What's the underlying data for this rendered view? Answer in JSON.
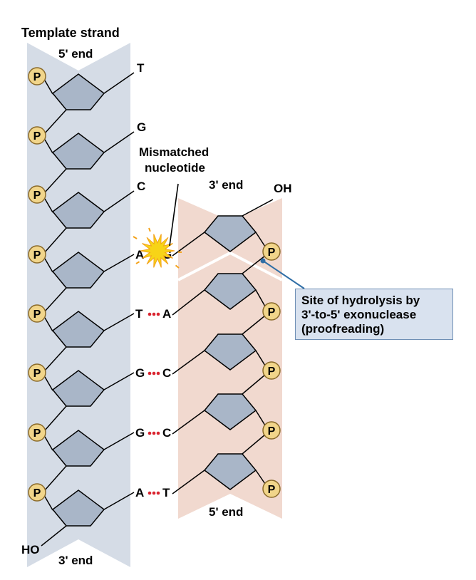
{
  "labels": {
    "template_strand": "Template strand",
    "template_5_end": "5' end",
    "template_3_end": "3' end",
    "template_ho": "HO",
    "mismatched_line1": "Mismatched",
    "mismatched_line2": "nucleotide",
    "new_3_end": "3' end",
    "new_oh": "OH",
    "new_5_end": "5' end",
    "phosphate": "P"
  },
  "callout": {
    "line1": "Site of hydrolysis by",
    "line2": "3'-to-5' exonuclease",
    "line3": "(proofreading)"
  },
  "template_bases": [
    "T",
    "G",
    "C",
    "A",
    "T",
    "G",
    "G",
    "A"
  ],
  "pairs": [
    {
      "template": "A",
      "new": "G",
      "mismatch": true
    },
    {
      "template": "T",
      "new": "A",
      "mismatch": false
    },
    {
      "template": "G",
      "new": "C",
      "mismatch": false
    },
    {
      "template": "G",
      "new": "C",
      "mismatch": false
    },
    {
      "template": "A",
      "new": "T",
      "mismatch": false
    }
  ],
  "colors": {
    "template_band": "#d5dce6",
    "new_band": "#f1d9cf",
    "sugar_fill": "#a9b6c8",
    "phosphate_fill": "#f1d58a",
    "mismatch_red": "#d9232e",
    "hbond_red": "#d9232e",
    "leader_blue": "#2f6ea6",
    "burst_yellow": "#f7d417"
  }
}
